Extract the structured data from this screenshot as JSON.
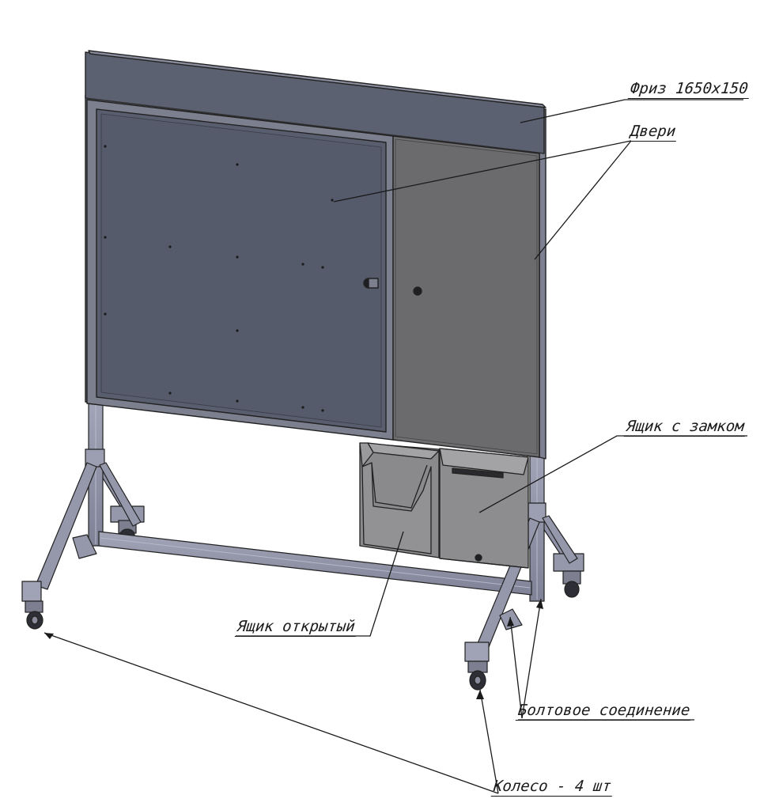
{
  "labels": {
    "friz": "Фриз 1650х150",
    "doors": "Двери",
    "box_locked": "Ящик с замком",
    "box_open": "Ящик открытый",
    "bolt": "Болтовое соединение",
    "wheel": "Колесо - 4 шт"
  },
  "colors": {
    "frieze": "#5c6171",
    "left_door": "#595e6f",
    "right_door": "#6e6e71",
    "frame": "#7b7f8e",
    "stand": "#8f91a6",
    "box": "#8a8a8c",
    "outline": "#222222"
  }
}
